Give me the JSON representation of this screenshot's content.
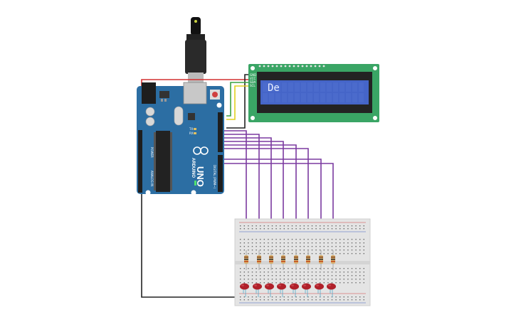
{
  "arduino": {
    "model_label": "UNO",
    "brand_label": "ARDUINO",
    "header_digital_label": "DIGITAL (PWM~)",
    "header_power_label": "POWER",
    "header_analog_label": "ANALOG IN",
    "tx_label": "TX",
    "rx_label": "RX"
  },
  "lcd": {
    "display_text": "De",
    "pin_labels": [
      "GND",
      "VCC",
      "SDA",
      "SCL"
    ]
  },
  "colors": {
    "board": "#2c6ea3",
    "lcd_pcb": "#3aa565",
    "lcd_screen": "#4565c8",
    "wire_red": "#d43030",
    "wire_yellow": "#e0d020",
    "wire_green": "#3aa040",
    "wire_black": "#222222",
    "wire_purple": "#7b3aa0",
    "led_red": "#b0202a"
  },
  "breadboard": {
    "led_count": 8,
    "resistor_count": 8
  }
}
